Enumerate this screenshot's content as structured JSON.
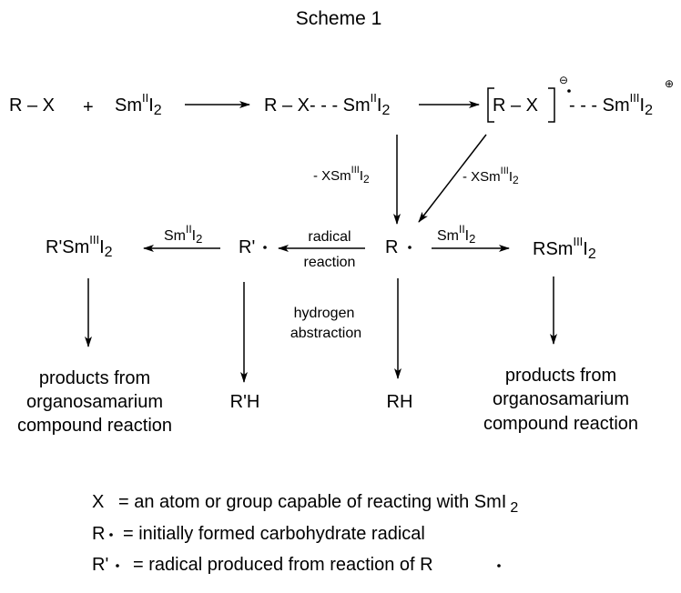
{
  "title": "Scheme 1",
  "row1": {
    "reactant_rx": "R – X",
    "plus": "+",
    "reagent": {
      "base": "Sm",
      "ox": "II",
      "tail": "I",
      "sub": "2"
    },
    "complex": {
      "prefix": "R – X- - - Sm",
      "ox": "II",
      "tail": "I",
      "sub": "2"
    },
    "radical_anion": {
      "bracket_content": "R – X",
      "charge_minus": "⊖",
      "dot": "•",
      "link": "- - - Sm",
      "ox": "III",
      "tail": "I",
      "sub": "2",
      "charge_plus": "⊕"
    }
  },
  "arrow_labels": {
    "loss_left": {
      "prefix": "- XSm",
      "ox": "III",
      "tail": "I",
      "sub": "2"
    },
    "loss_right": {
      "prefix": "- XSm",
      "ox": "III",
      "tail": "I",
      "sub": "2"
    },
    "smi2_left": {
      "base": "Sm",
      "ox": "II",
      "tail": "I",
      "sub": "2"
    },
    "smi2_right": {
      "base": "Sm",
      "ox": "II",
      "tail": "I",
      "sub": "2"
    },
    "radical_reaction": [
      "radical",
      "reaction"
    ],
    "hydrogen_abstraction": [
      "hydrogen",
      "abstraction"
    ]
  },
  "row2": {
    "r_prime_sm": {
      "prefix": "R'Sm",
      "ox": "III",
      "tail": "I",
      "sub": "2"
    },
    "r_prime_radical": "R'",
    "r_radical": "R",
    "r_sm": {
      "prefix": "RSm",
      "ox": "III",
      "tail": "I",
      "sub": "2"
    }
  },
  "row3": {
    "products_left": [
      "products from",
      "organosamarium",
      "compound reaction"
    ],
    "r_prime_h": "R'H",
    "rh": "RH",
    "products_right": [
      "products from",
      "organosamarium",
      "compound reaction"
    ]
  },
  "legend": [
    {
      "symbol": "X",
      "text": "= an atom or group capable of reacting with SmI",
      "sub": "2"
    },
    {
      "symbol": "R",
      "text": "= initially formed carbohydrate radical"
    },
    {
      "symbol": "R'",
      "text": "= radical produced from reaction of R"
    }
  ]
}
